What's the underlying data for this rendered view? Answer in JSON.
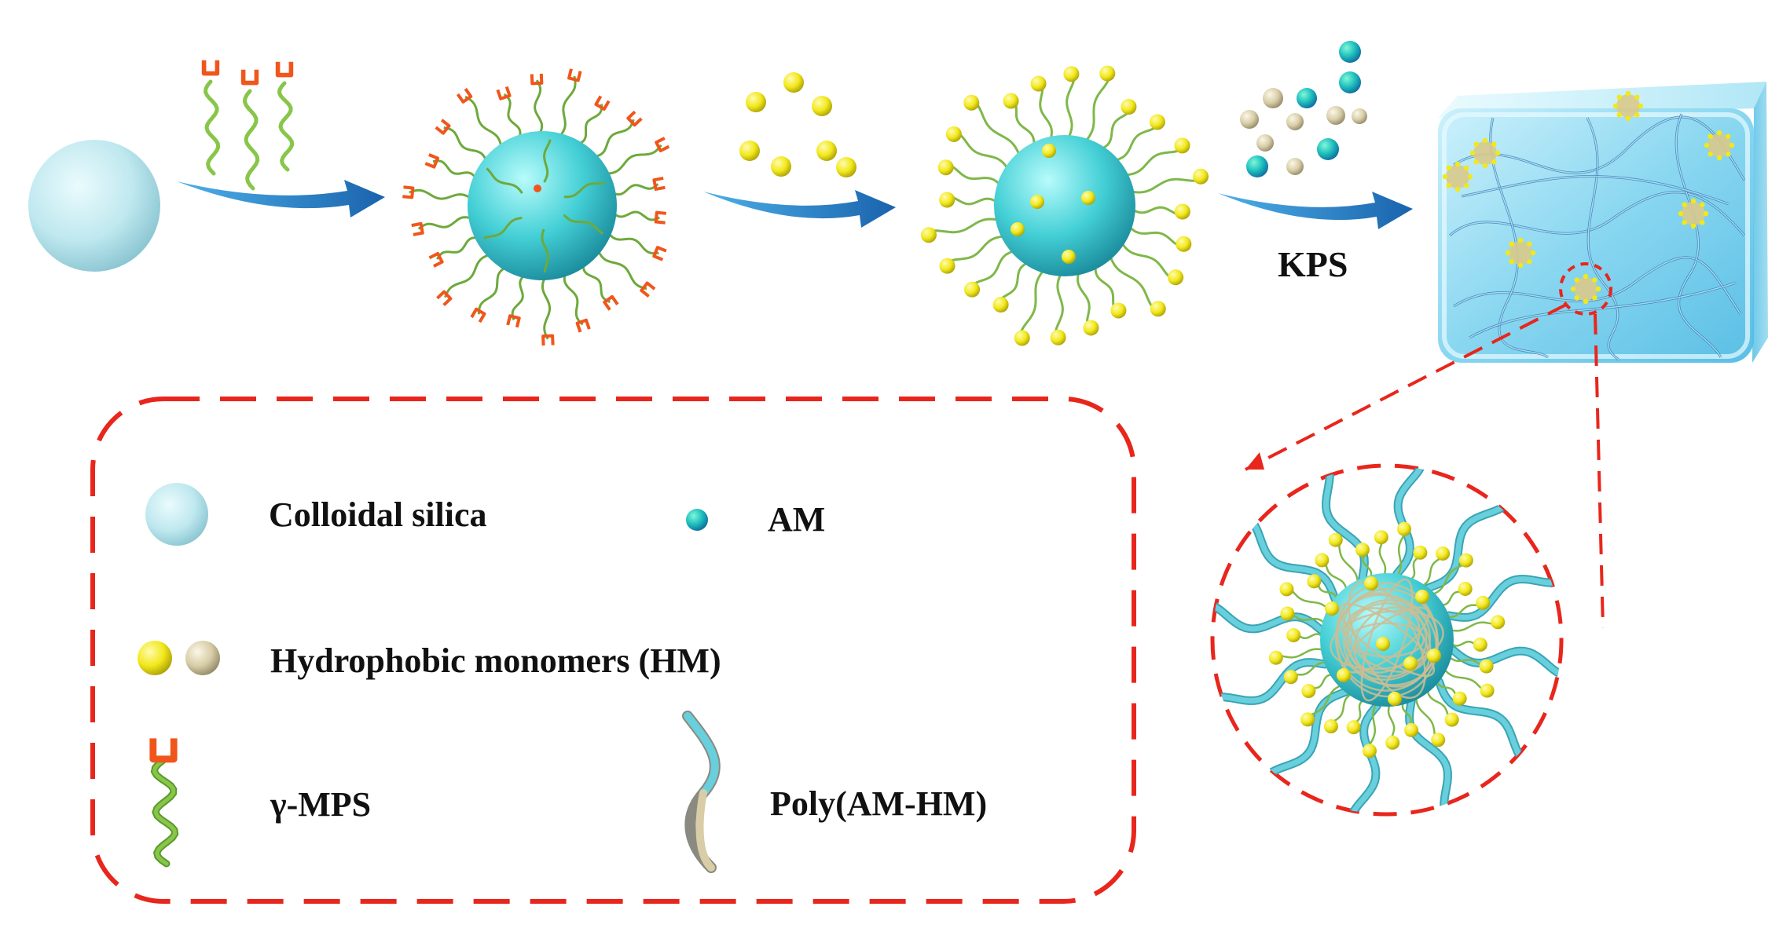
{
  "colors": {
    "silica": "#bfe8ef",
    "silica_core": "#44d0d6",
    "hm_yellow": "#f2e81a",
    "hm_tan": "#d8cda7",
    "am_teal": "#1fbfbe",
    "mps_chain": "#88c64a",
    "mps_head": "#f0561c",
    "arrow": "#2a7fc8",
    "dash_red": "#e8261c",
    "gel_blue": "#7fd3ef",
    "poly_cyan": "#68cfdc"
  },
  "scheme": {
    "reagent_label": "KPS"
  },
  "legend": {
    "colloidal_silica": "Colloidal silica",
    "am": "AM",
    "hydrophobic_monomers": "Hydrophobic monomers (HM)",
    "mps": "γ-MPS",
    "poly": "Poly(AM-HM)"
  },
  "icons": [
    "silica-sphere-icon",
    "mps-chain-icon",
    "hm-sphere-icon",
    "am-sphere-icon",
    "poly-chain-icon",
    "arrow-icon",
    "hydrogel-cube-icon"
  ]
}
